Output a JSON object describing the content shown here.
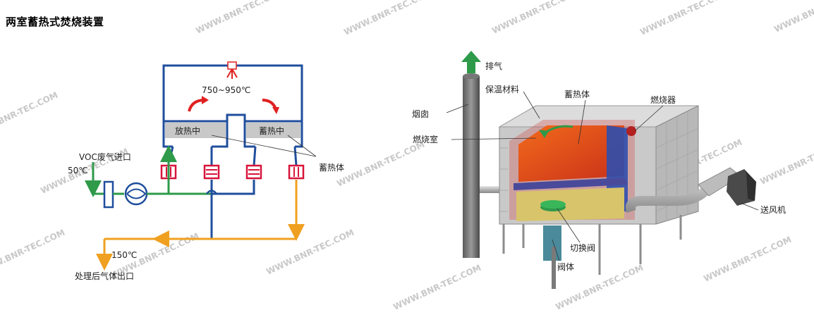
{
  "page": {
    "title": "两室蓄热式焚烧装置"
  },
  "watermark": "WWW.BNR-TEC.COM",
  "left_diagram": {
    "temperature": "750~950℃",
    "chamber_left": "放热中",
    "chamber_right": "蓄热中",
    "regenerator_label": "蓄热体",
    "inlet_label": "VOC废气进口",
    "inlet_temp": "50℃",
    "outlet_temp": "150℃",
    "outlet_label": "处理后气体出口"
  },
  "right_diagram": {
    "exhaust": "排气",
    "insulation": "保温材料",
    "regenerator": "蓄热体",
    "burner": "燃烧器",
    "chimney": "烟囱",
    "combustion_chamber": "燃烧室",
    "blower": "送风机",
    "switch_valve": "切换阀",
    "valve_body": "阀体"
  },
  "colors": {
    "frame_blue": "#1f4e9c",
    "flow_green": "#2e9a4a",
    "flow_orange": "#f0a020",
    "valve_red": "#d8143a",
    "arrow_red": "#e02020"
  }
}
